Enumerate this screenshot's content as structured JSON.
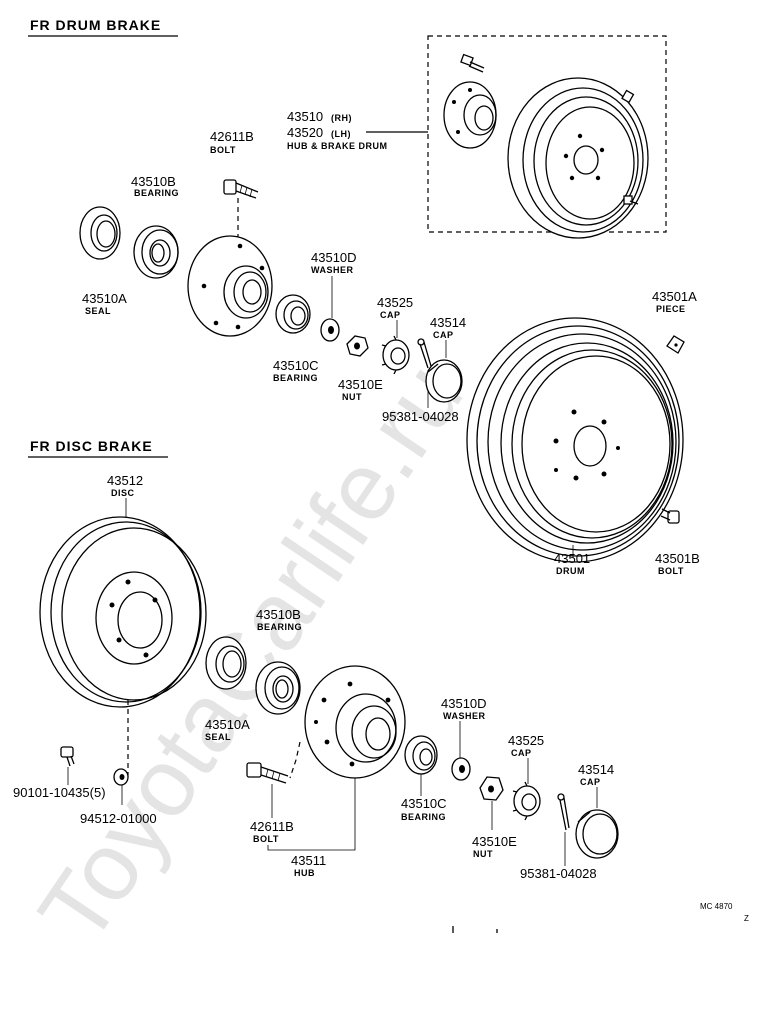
{
  "sections": {
    "drum": "FR DRUM BRAKE",
    "disc": "FR DISC BRAKE"
  },
  "watermark": "ToyotaCarlife.ru",
  "parts": {
    "hub_drum_rh": "43510",
    "hub_drum_rh_side": "(RH)",
    "hub_drum_lh": "43520",
    "hub_drum_lh_side": "(LH)",
    "hub_drum_name": "HUB & BRAKE DRUM",
    "bolt_top_no": "42611B",
    "bolt_top_name": "BOLT",
    "bearing_top_no": "43510B",
    "bearing_top_name": "BEARING",
    "seal_top_no": "43510A",
    "seal_top_name": "SEAL",
    "washer_top_no": "43510D",
    "washer_top_name": "WASHER",
    "bearing_c_top_no": "43510C",
    "bearing_c_top_name": "BEARING",
    "cap_top_no": "43525",
    "cap_top_name": "CAP",
    "nut_top_no": "43510E",
    "nut_top_name": "NUT",
    "cap2_top_no": "43514",
    "cap2_top_name": "CAP",
    "pin_top_no": "95381-04028",
    "piece_no": "43501A",
    "piece_name": "PIECE",
    "drum_no": "43501",
    "drum_name": "DRUM",
    "drum_bolt_no": "43501B",
    "drum_bolt_name": "BOLT",
    "disc_no": "43512",
    "disc_name": "DISC",
    "bearing_bot_no": "43510B",
    "bearing_bot_name": "BEARING",
    "seal_bot_no": "43510A",
    "seal_bot_name": "SEAL",
    "washer_bot_no": "43510D",
    "washer_bot_name": "WASHER",
    "cap_bot_no": "43525",
    "cap_bot_name": "CAP",
    "cap2_bot_no": "43514",
    "cap2_bot_name": "CAP",
    "screw_no": "90101-10435(5)",
    "washer_small_no": "94512-01000",
    "bolt_bot_no": "42611B",
    "bolt_bot_name": "BOLT",
    "hub_no": "43511",
    "hub_name": "HUB",
    "bearing_c_bot_no": "43510C",
    "bearing_c_bot_name": "BEARING",
    "nut_bot_no": "43510E",
    "nut_bot_name": "NUT",
    "pin_bot_no": "95381-04028"
  },
  "footer": {
    "code": "MC 4870",
    "code_mark": "Z"
  }
}
